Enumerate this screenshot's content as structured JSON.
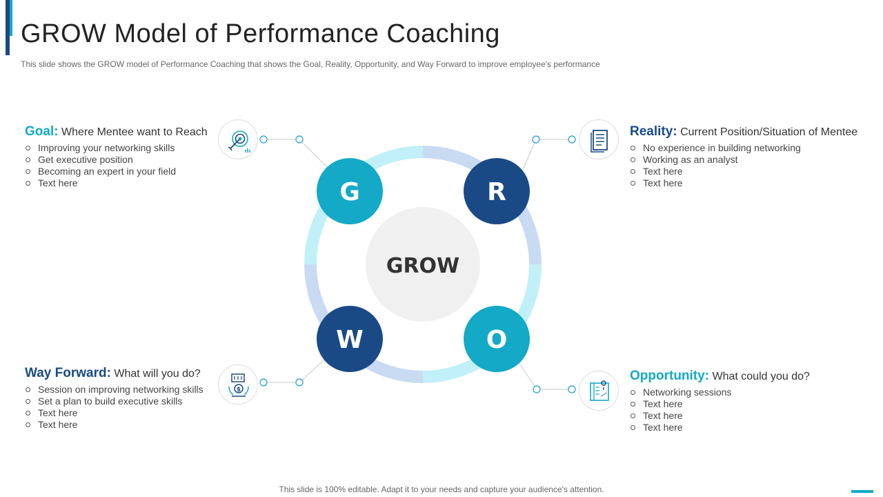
{
  "slide": {
    "title": "GROW Model of Performance Coaching",
    "subtitle": "This slide shows the GROW model of Performance Coaching that shows the Goal, Reality, Opportunity, and Way Forward to improve employee's performance",
    "footer": "This slide is 100% editable. Adapt it to your needs and capture your audience's attention."
  },
  "center": {
    "label": "GROW"
  },
  "letters": {
    "g": "G",
    "r": "R",
    "o": "O",
    "w": "W"
  },
  "goal": {
    "key": "Goal:",
    "desc": " Where Mentee want to Reach",
    "icon": "target-arrow-icon",
    "items": [
      "Improving your networking skills",
      "Get executive position",
      "Becoming an expert in your field",
      "Text here"
    ]
  },
  "reality": {
    "key": "Reality:",
    "desc": " Current Position/Situation of Mentee",
    "icon": "document-icon",
    "items": [
      "No experience in building networking",
      "Working as an analyst",
      "Text here",
      "Text here"
    ]
  },
  "way_forward": {
    "key": "Way Forward:",
    "desc": " What will you do?",
    "icon": "money-growth-icon",
    "items": [
      "Session on improving networking skills",
      "Set a plan to build executive skills",
      "Text here",
      "Text here"
    ]
  },
  "opportunity": {
    "key": "Opportunity:",
    "desc": " What could you do?",
    "icon": "map-icon",
    "items": [
      "Networking sessions",
      "Text here",
      "Text here",
      "Text here"
    ]
  },
  "colors": {
    "teal": "#13a9c7",
    "navy": "#1a4a86",
    "ring_light_cyan": "#c2f0f8",
    "ring_light_blue": "#c9daf3",
    "center_grey": "#f0f0f0"
  }
}
